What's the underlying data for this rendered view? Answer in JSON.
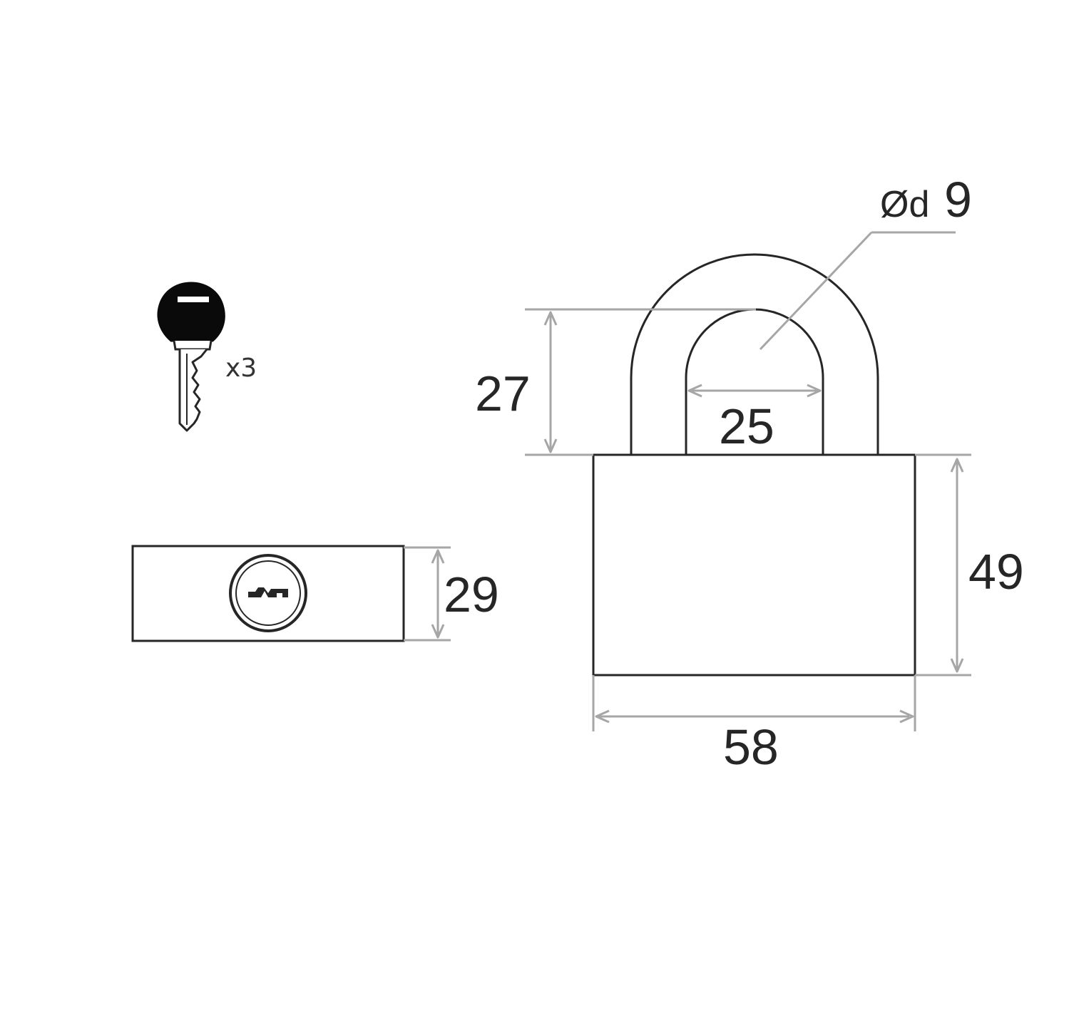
{
  "colors": {
    "outline": "#262626",
    "dimension": "#a6a6a6",
    "key_fill": "#0a0a0a",
    "background": "#ffffff"
  },
  "key": {
    "icon": "key-icon",
    "quantity_label": "x3"
  },
  "side_view": {
    "height_label": "29"
  },
  "front_view": {
    "shackle_height_label": "27",
    "shackle_inner_width_label": "25",
    "shackle_diameter_symbol": "Ød",
    "shackle_diameter_value": "9",
    "body_height_label": "49",
    "body_width_label": "58"
  }
}
